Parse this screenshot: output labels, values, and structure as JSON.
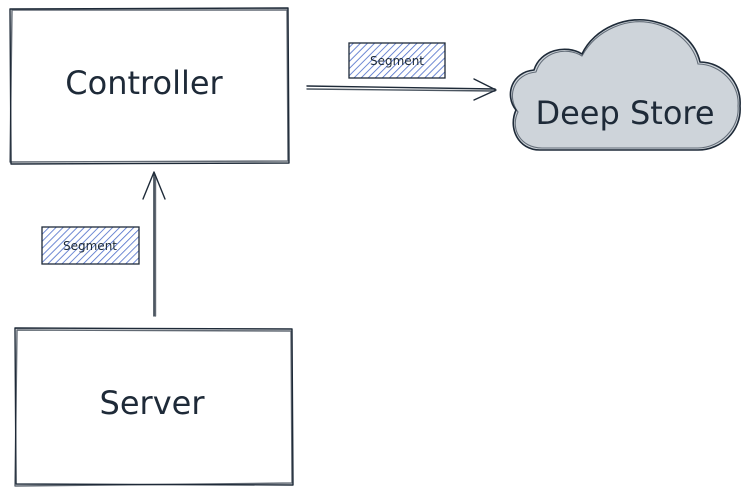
{
  "nodes": {
    "controller": {
      "label": "Controller"
    },
    "server": {
      "label": "Server"
    },
    "deep_store": {
      "label": "Deep Store"
    }
  },
  "edges": {
    "controller_to_store": {
      "tag": "Segment"
    },
    "server_to_controller": {
      "tag": "Segment"
    }
  },
  "colors": {
    "ink": "#1e2a38",
    "cloud_fill": "#ced4da",
    "tag_hatch": "#4a6bc9"
  }
}
